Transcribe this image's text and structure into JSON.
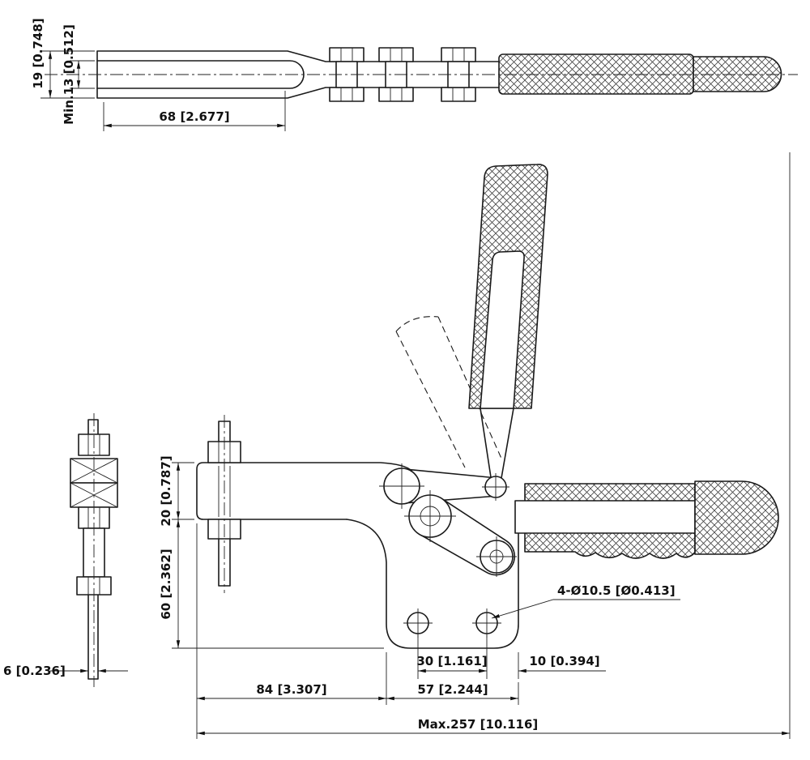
{
  "colors": {
    "line": "#1a1a1a",
    "background": "#ffffff"
  },
  "views": {
    "top": {
      "dims": {
        "bar_height": "19 [0.748]",
        "min_width": "Min.13 [0.512]",
        "slot_length": "68 [2.677]"
      }
    },
    "side": {
      "dims": {
        "spindle_diameter": "6 [0.236]"
      }
    },
    "front": {
      "dims": {
        "arm_height": "20 [0.787]",
        "base_height": "60 [2.362]",
        "mounting_holes": "4-Ø10.5 [Ø0.413]",
        "hole_spacing": "30 [1.161]",
        "hole_edge_offset": "10 [0.394]",
        "base_length": "84 [3.307]",
        "base_width": "57 [2.244]",
        "overall_length": "Max.257 [10.116]"
      }
    }
  }
}
